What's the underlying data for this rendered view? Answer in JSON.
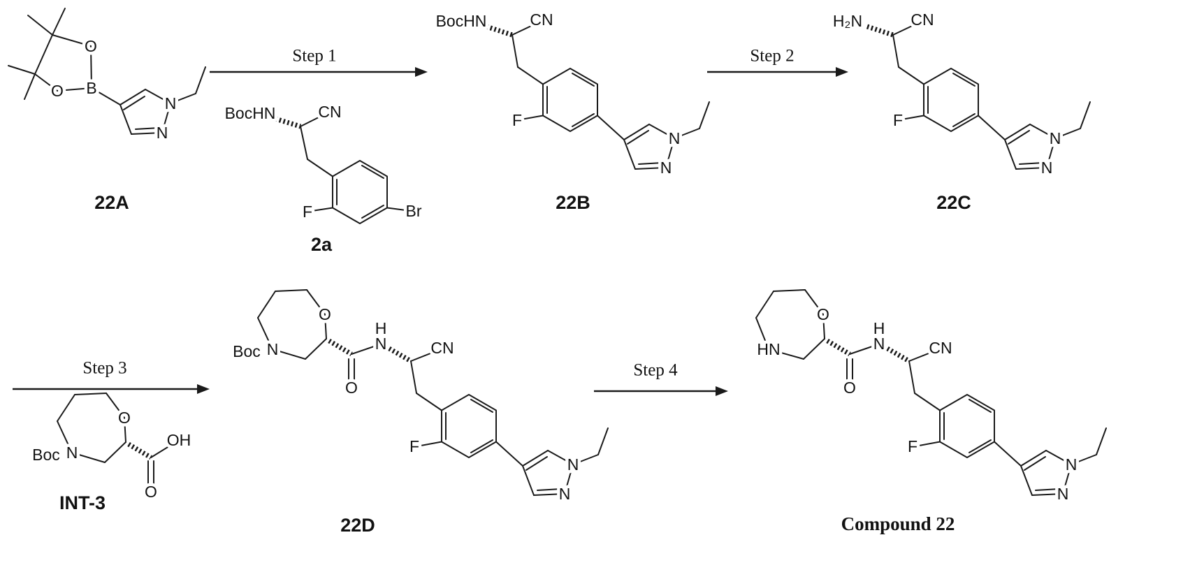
{
  "scheme": {
    "steps": {
      "step1": "Step 1",
      "step2": "Step 2",
      "step3": "Step 3",
      "step4": "Step 4"
    },
    "compounds": {
      "c22A": {
        "label": "22A",
        "atoms": {
          "o1": "O",
          "o2": "O",
          "b": "B",
          "n1": "N",
          "n2": "N"
        }
      },
      "c2a": {
        "label": "2a",
        "atoms": {
          "bochn": "BocHN",
          "cn": "CN",
          "f": "F",
          "br": "Br"
        }
      },
      "c22B": {
        "label": "22B",
        "atoms": {
          "bochn": "BocHN",
          "cn": "CN",
          "f": "F",
          "n1": "N",
          "n2": "N"
        }
      },
      "c22C": {
        "label": "22C",
        "atoms": {
          "h2n": "H₂N",
          "cn": "CN",
          "f": "F",
          "n1": "N",
          "n2": "N"
        }
      },
      "cINT3": {
        "label": "INT-3",
        "atoms": {
          "boc": "Boc",
          "n": "N",
          "o_ring": "O",
          "oh": "OH",
          "o_carbonyl": "O"
        }
      },
      "c22D": {
        "label": "22D",
        "atoms": {
          "boc": "Boc",
          "n_ring": "N",
          "o_ring": "O",
          "o_carbonyl": "O",
          "h": "H",
          "n_amide": "N",
          "cn": "CN",
          "f": "F",
          "n1": "N",
          "n2": "N"
        }
      },
      "c22": {
        "label": "Compound 22",
        "atoms": {
          "hn": "HN",
          "o_ring": "O",
          "o_carbonyl": "O",
          "h": "H",
          "n_amide": "N",
          "cn": "CN",
          "f": "F",
          "n1": "N",
          "n2": "N"
        }
      }
    }
  }
}
